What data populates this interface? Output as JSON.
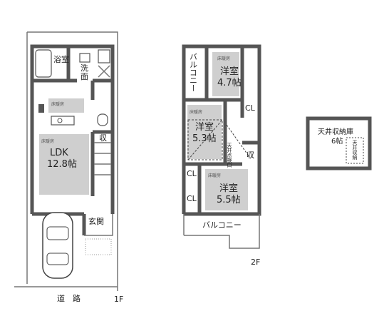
{
  "floor1": {
    "bath": "浴室",
    "wash_top": "洗",
    "wash_bottom": "面",
    "heating_kitchen": "床暖房",
    "heating_ldk": "床暖房",
    "ldk": "LDK",
    "ldk_size": "12.8帖",
    "storage": "収",
    "entrance": "玄関",
    "road": "道　路",
    "floor_label": "1F"
  },
  "floor2": {
    "balcony_top": "バルコニー",
    "room1_heat": "床暖房",
    "room1": "洋室",
    "room1_size": "4.7帖",
    "room2_heat": "床暖房",
    "room2": "洋室",
    "room2_size": "5.3帖",
    "room3_heat": "床暖房",
    "room3": "洋室",
    "room3_size": "5.5帖",
    "cl": "CL",
    "storage": "収",
    "hatch": "天井点検口",
    "balcony_bottom": "バルコニー",
    "floor_label": "2F"
  },
  "attic": {
    "title": "天井収納庫",
    "size": "6帖",
    "ladder": "天井収納"
  }
}
